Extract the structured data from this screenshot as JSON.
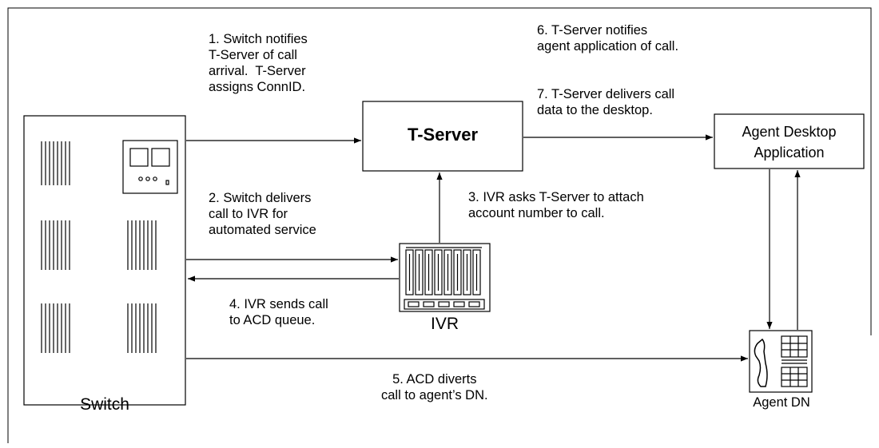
{
  "nodes": {
    "tserver": "T-Server",
    "agent_desktop": "Agent Desktop\nApplication",
    "ivr": "IVR",
    "switch": "Switch",
    "agent_dn": "Agent DN"
  },
  "steps": {
    "step1": "1. Switch notifies\nT-Server of call\narrival.  T-Server\nassigns ConnID.",
    "step2": "2. Switch delivers\ncall to IVR for\nautomated service",
    "step3": "3. IVR asks T-Server to attach\naccount number to call.",
    "step4": "4. IVR sends call\nto ACD queue.",
    "step5": "5. ACD diverts\ncall to agent’s DN.",
    "step6": "6. T-Server notifies\nagent application of call.",
    "step7": "7. T-Server delivers call\ndata to the desktop."
  },
  "icons": {
    "switch": "telephone-switch-cabinet-icon",
    "ivr": "ivr-unit-icon",
    "phone": "desk-phone-icon"
  }
}
